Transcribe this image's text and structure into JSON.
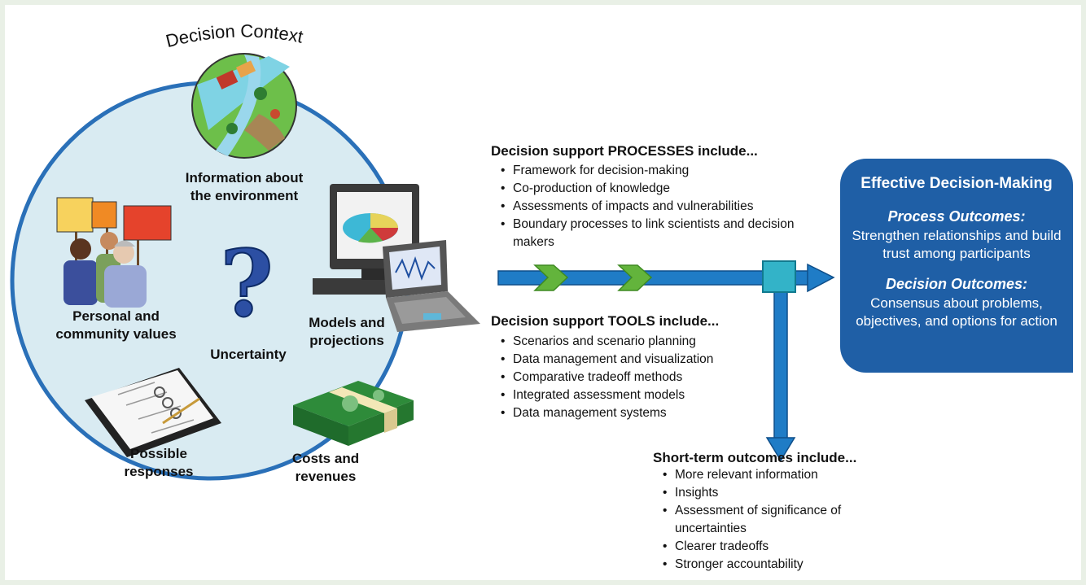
{
  "decision_context": {
    "title": "Decision Context",
    "labels": {
      "environment": [
        "Information about",
        "the environment"
      ],
      "values": [
        "Personal and",
        "community values"
      ],
      "uncertainty": "Uncertainty",
      "models": [
        "Models and",
        "projections"
      ],
      "responses": [
        "Possible",
        "responses"
      ],
      "costs": [
        "Costs and",
        "revenues"
      ]
    },
    "question_mark": "?"
  },
  "processes": {
    "heading": "Decision support PROCESSES include...",
    "items": [
      "Framework for decision-making",
      "Co-production of knowledge",
      "Assessments of impacts and vulnerabilities",
      "Boundary processes to link scientists and decision makers"
    ]
  },
  "tools": {
    "heading": "Decision support TOOLS include...",
    "items": [
      "Scenarios and scenario planning",
      "Data management and visualization",
      "Comparative tradeoff methods",
      "Integrated assessment models",
      "Data management systems"
    ]
  },
  "short_term": {
    "heading": "Short-term outcomes include...",
    "items": [
      "More relevant information",
      "Insights",
      "Assessment of significance of uncertainties",
      "Clearer tradeoffs",
      "Stronger accountability"
    ]
  },
  "effective": {
    "title": "Effective Decision-Making",
    "process_heading": "Process Outcomes:",
    "process_text": "Strengthen relationships and build trust among participants",
    "decision_heading": "Decision Outcomes:",
    "decision_text": "Consensus about problems, objectives, and options for action"
  },
  "colors": {
    "circle_fill": "#d9ebf2",
    "circle_stroke": "#2a70b8",
    "arrow_blue": "#1f7cc6",
    "chevron_green": "#63b43c",
    "node_teal": "#33b3c8",
    "outcome_box": "#1f5fa6",
    "page_border": "#e9f0e6"
  }
}
